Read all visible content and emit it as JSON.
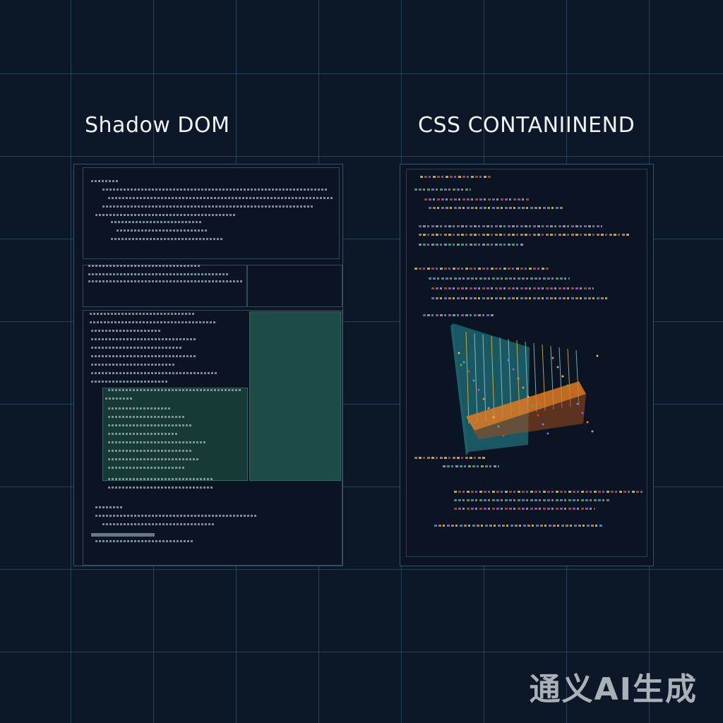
{
  "headings": {
    "left": "Shadow DOM",
    "right": "CSS CONTANIINEND"
  },
  "watermark": "通义AI生成",
  "icons": {
    "watermark_logo": "watermark-text"
  },
  "colors": {
    "background": "#0c1828",
    "grid": "#468fa8",
    "panel_border": "#3a5266",
    "green_block": "#1d4b45",
    "teal_chart": "#2a8f9a",
    "orange_chart": "#e07a25",
    "code_colors": [
      "#e7c33a",
      "#3fb96a",
      "#d9422f",
      "#5c8de0",
      "#b44fd0",
      "#e28a2a",
      "#9aa8b0"
    ]
  }
}
